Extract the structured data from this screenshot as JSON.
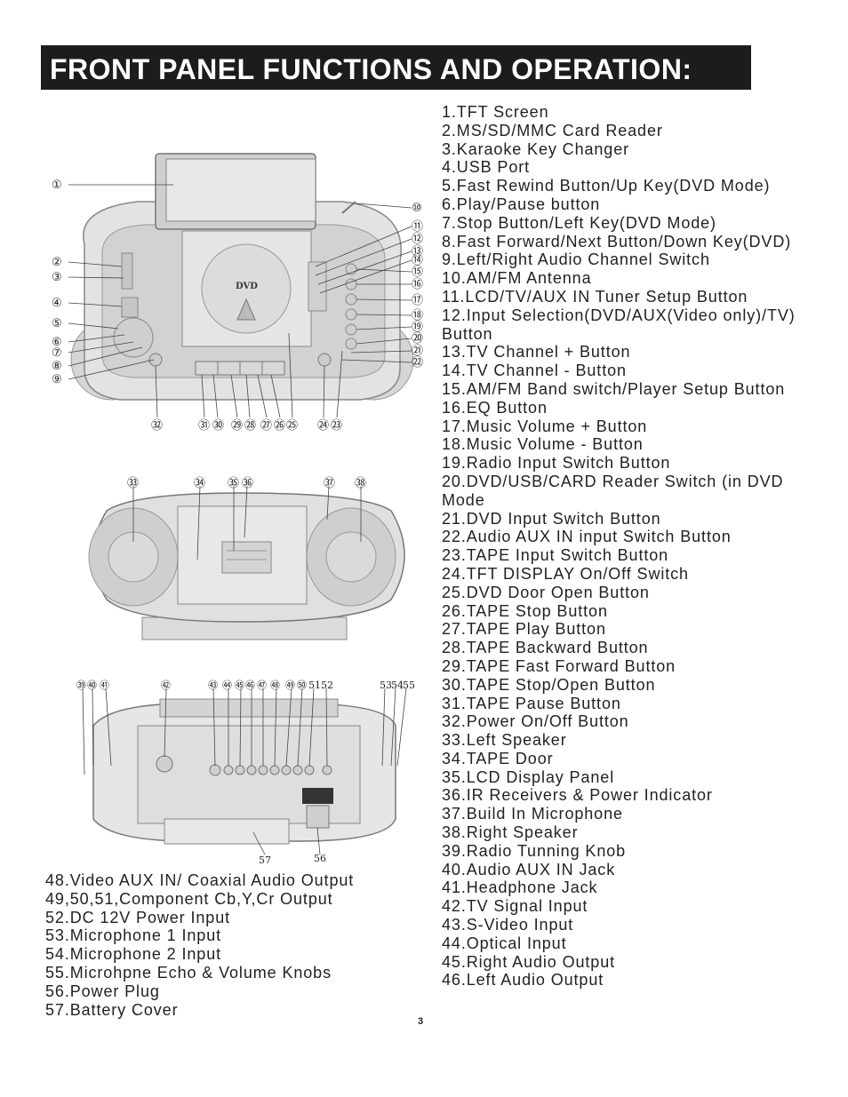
{
  "title": "FRONT PANEL FUNCTIONS AND OPERATION:",
  "page_number": "3",
  "right_list": [
    "1.TFT Screen",
    "2.MS/SD/MMC Card Reader",
    "3.Karaoke Key Changer",
    "4.USB Port",
    "5.Fast Rewind Button/Up Key(DVD Mode)",
    "6.Play/Pause button",
    "7.Stop Button/Left Key(DVD Mode)",
    "8.Fast Forward/Next Button/Down Key(DVD)",
    "9.Left/Right Audio Channel Switch",
    "10.AM/FM Antenna",
    "11.LCD/TV/AUX IN Tuner Setup Button",
    "12.Input Selection(DVD/AUX(Video only)/TV) Button",
    "13.TV Channel + Button",
    "14.TV Channel - Button",
    "15.AM/FM Band switch/Player Setup Button",
    "16.EQ Button",
    "17.Music Volume + Button",
    "18.Music Volume - Button",
    "19.Radio Input Switch Button",
    "20.DVD/USB/CARD Reader Switch (in DVD Mode",
    "21.DVD Input Switch Button",
    "22.Audio AUX IN  input Switch Button",
    "23.TAPE Input Switch Button",
    "24.TFT DISPLAY On/Off Switch",
    "25.DVD Door Open Button",
    "26.TAPE Stop Button",
    "27.TAPE Play Button",
    "28.TAPE Backward Button",
    "29.TAPE Fast Forward Button",
    "30.TAPE Stop/Open Button",
    "31.TAPE Pause Button",
    "32.Power On/Off Button",
    "33.Left Speaker",
    "34.TAPE Door",
    "35.LCD Display Panel",
    "36.IR Receivers & Power Indicator",
    "37.Build In Microphone",
    "38.Right Speaker",
    "39.Radio Tunning Knob",
    "40.Audio AUX IN Jack",
    "41.Headphone Jack",
    "42.TV Signal Input",
    "43.S-Video Input",
    "44.Optical Input",
    "45.Right Audio Output",
    "46.Left Audio Output"
  ],
  "left_list": [
    "48.Video AUX IN/ Coaxial Audio Output",
    "49,50,51,Component Cb,Y,Cr Output",
    "52.DC 12V Power Input",
    "53.Microphone 1 Input",
    "54.Microphone 2 Input",
    "55.Microhpne Echo & Volume Knobs",
    "56.Power Plug",
    "57.Battery Cover"
  ],
  "figures": {
    "front": {
      "logo": "DVD",
      "callouts_left": [
        "①",
        "②",
        "③",
        "④",
        "⑤",
        "⑥",
        "⑦",
        "⑧",
        "⑨"
      ],
      "callouts_right": [
        "⑩",
        "⑪",
        "⑫",
        "⑬",
        "⑭",
        "⑮",
        "⑯",
        "⑰",
        "⑱",
        "⑲",
        "⑳",
        "㉑",
        "㉒"
      ],
      "callouts_bottom": [
        "㉜",
        "㉛",
        "㉚",
        "㉙",
        "㉘",
        "㉗",
        "㉖",
        "㉕",
        "㉔",
        "㉓"
      ]
    },
    "top": {
      "callouts": [
        "㉝",
        "㉞",
        "㉟",
        "㊱",
        "㊲",
        "㊳"
      ]
    },
    "back": {
      "callouts_top": [
        "㊴",
        "㊵",
        "㊶",
        "㊷",
        "㊸",
        "㊹",
        "㊺",
        "㊻",
        "㊼",
        "㊽",
        "㊾",
        "㊿",
        "51",
        "52",
        "53",
        "54",
        "55"
      ],
      "callouts_bottom": [
        "57",
        "56"
      ]
    }
  }
}
